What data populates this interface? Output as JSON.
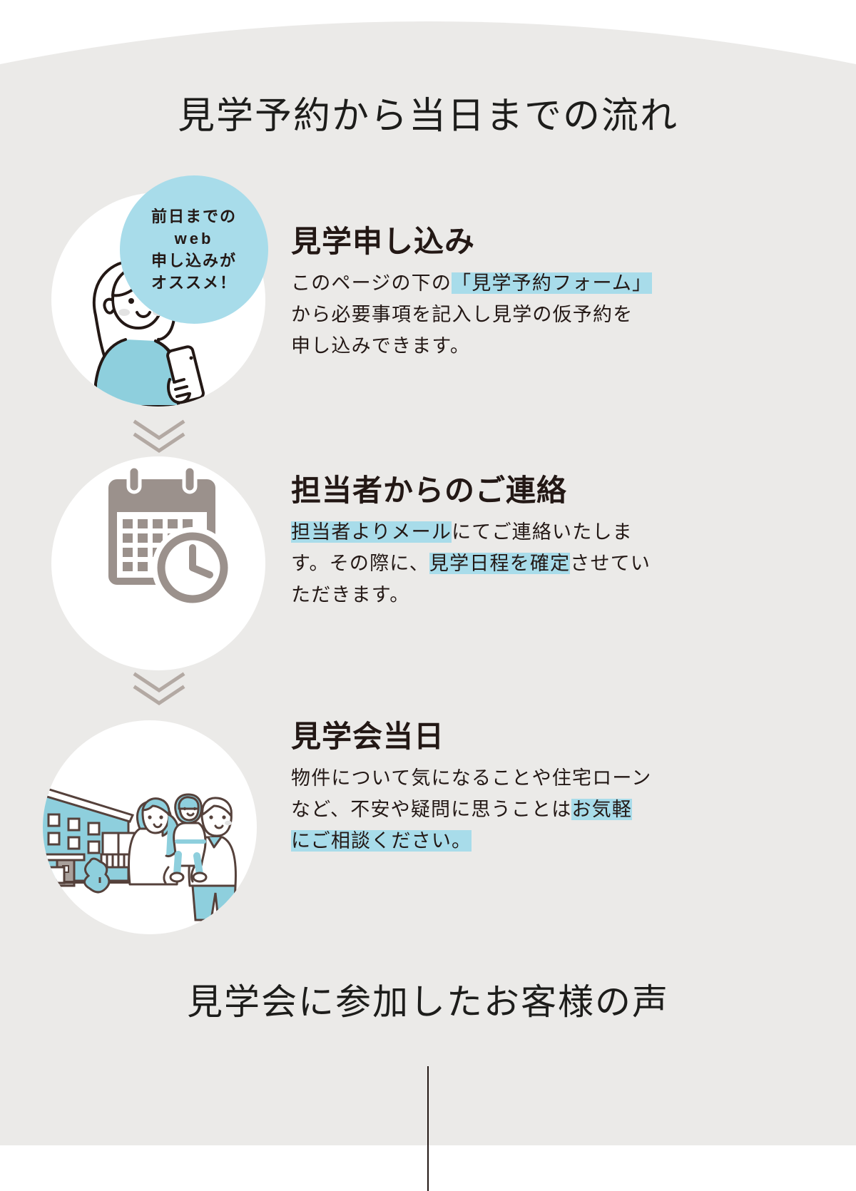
{
  "page": {
    "title": "見学予約から当日までの流れ",
    "footer_title": "見学会に参加したお客様の声",
    "bg_color": "#ebeae8",
    "accent_color": "#a8dcea",
    "text_color": "#231815",
    "icon_color": "#9b918c"
  },
  "badge": {
    "line1": "前日までの",
    "line2": "web",
    "line3": "申し込みが",
    "line4": "オススメ！"
  },
  "steps": [
    {
      "index": "1",
      "heading": "見学申し込み",
      "illustration": "woman-with-smartphone-illustration",
      "body_lines": [
        [
          {
            "t": "このページの下の",
            "hl": false
          },
          {
            "t": "「見学予約フォーム」",
            "hl": true
          }
        ],
        [
          {
            "t": "から必要事項を記入し見学の仮予約を",
            "hl": false
          }
        ],
        [
          {
            "t": "申し込みできます。",
            "hl": false
          }
        ]
      ]
    },
    {
      "index": "2",
      "heading": "担当者からのご連絡",
      "illustration": "calendar-clock-icon",
      "body_lines": [
        [
          {
            "t": "担当者よりメール",
            "hl": true
          },
          {
            "t": "にてご連絡いたしま",
            "hl": false
          }
        ],
        [
          {
            "t": "す。その際に、",
            "hl": false
          },
          {
            "t": "見学日程を確定",
            "hl": true
          },
          {
            "t": "させてい",
            "hl": false
          }
        ],
        [
          {
            "t": "ただきます。",
            "hl": false
          }
        ]
      ]
    },
    {
      "index": "3",
      "heading": "見学会当日",
      "illustration": "family-in-front-of-house-illustration",
      "body_lines": [
        [
          {
            "t": "物件について気になることや住宅ローン",
            "hl": false
          }
        ],
        [
          {
            "t": "など、不安や疑問に思うことは",
            "hl": false
          },
          {
            "t": "お気軽",
            "hl": true
          }
        ],
        [
          {
            "t": "にご相談ください。",
            "hl": true
          }
        ]
      ]
    }
  ],
  "separators": [
    {
      "name": "chevron-down-separator-1"
    },
    {
      "name": "chevron-down-separator-2"
    }
  ]
}
